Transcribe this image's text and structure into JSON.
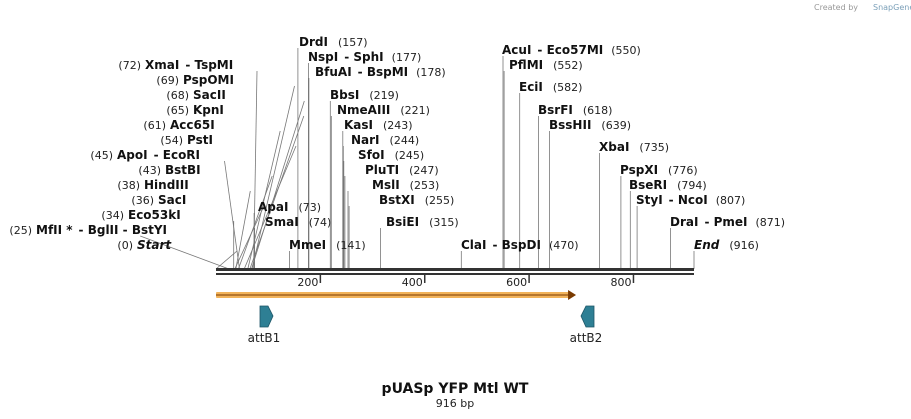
{
  "credit": "Created by",
  "brand": "SnapGene",
  "title": "pUASp YFP Mtl WT",
  "length_label": "916 bp",
  "sequence_length": 916,
  "ruler_ticks": [
    200,
    400,
    600,
    800
  ],
  "features": [
    {
      "name": "attB1",
      "type": "arrow",
      "direction": "forward",
      "color": "#2e7f94"
    },
    {
      "name": "attB2",
      "type": "arrow",
      "direction": "reverse",
      "color": "#2e7f94"
    },
    {
      "name": "orf",
      "type": "orf-arrow",
      "direction": "forward",
      "start": 1,
      "end": 690,
      "color": "#f2b35a"
    }
  ],
  "sites": [
    {
      "pos": 72,
      "label": "XmaI",
      "extra": "- TspMI"
    },
    {
      "pos": 69,
      "label": "PspOMI",
      "extra": ""
    },
    {
      "pos": 68,
      "label": "SacII",
      "extra": ""
    },
    {
      "pos": 65,
      "label": "KpnI",
      "extra": ""
    },
    {
      "pos": 61,
      "label": "Acc65I",
      "extra": ""
    },
    {
      "pos": 54,
      "label": "PstI",
      "extra": ""
    },
    {
      "pos": 45,
      "label": "ApoI",
      "extra": "- EcoRI"
    },
    {
      "pos": 43,
      "label": "BstBI",
      "extra": ""
    },
    {
      "pos": 38,
      "label": "HindIII",
      "extra": ""
    },
    {
      "pos": 36,
      "label": "SacI",
      "extra": ""
    },
    {
      "pos": 34,
      "label": "Eco53kI",
      "extra": ""
    },
    {
      "pos": 25,
      "label": "MfII *",
      "extra": "- BglII - BstYI"
    },
    {
      "pos": 0,
      "label": "Start",
      "extra": "",
      "italic": true
    },
    {
      "pos": 157,
      "label": "DrdI",
      "extra": ""
    },
    {
      "pos": 177,
      "label": "NspI",
      "extra": "- SphI"
    },
    {
      "pos": 178,
      "label": "BfuAI",
      "extra": "- BspMI"
    },
    {
      "pos": 219,
      "label": "BbsI",
      "extra": ""
    },
    {
      "pos": 221,
      "label": "NmeAIII",
      "extra": ""
    },
    {
      "pos": 243,
      "label": "KasI",
      "extra": ""
    },
    {
      "pos": 244,
      "label": "NarI",
      "extra": ""
    },
    {
      "pos": 245,
      "label": "SfoI",
      "extra": ""
    },
    {
      "pos": 247,
      "label": "PluTI",
      "extra": ""
    },
    {
      "pos": 253,
      "label": "MslI",
      "extra": ""
    },
    {
      "pos": 255,
      "label": "BstXI",
      "extra": ""
    },
    {
      "pos": 315,
      "label": "BsiEI",
      "extra": ""
    },
    {
      "pos": 73,
      "label": "ApaI",
      "extra": ""
    },
    {
      "pos": 74,
      "label": "SmaI",
      "extra": ""
    },
    {
      "pos": 141,
      "label": "MmeI",
      "extra": ""
    },
    {
      "pos": 470,
      "label": "ClaI",
      "extra": "- BspDI"
    },
    {
      "pos": 550,
      "label": "AcuI",
      "extra": "- Eco57MI"
    },
    {
      "pos": 552,
      "label": "PflMI",
      "extra": ""
    },
    {
      "pos": 582,
      "label": "EciI",
      "extra": ""
    },
    {
      "pos": 618,
      "label": "BsrFI",
      "extra": ""
    },
    {
      "pos": 639,
      "label": "BssHII",
      "extra": ""
    },
    {
      "pos": 735,
      "label": "XbaI",
      "extra": ""
    },
    {
      "pos": 776,
      "label": "PspXI",
      "extra": ""
    },
    {
      "pos": 794,
      "label": "BseRI",
      "extra": ""
    },
    {
      "pos": 807,
      "label": "StyI",
      "extra": "- NcoI"
    },
    {
      "pos": 871,
      "label": "DraI",
      "extra": "- PmeI"
    },
    {
      "pos": 916,
      "label": "End",
      "extra": "",
      "italic": true
    }
  ]
}
